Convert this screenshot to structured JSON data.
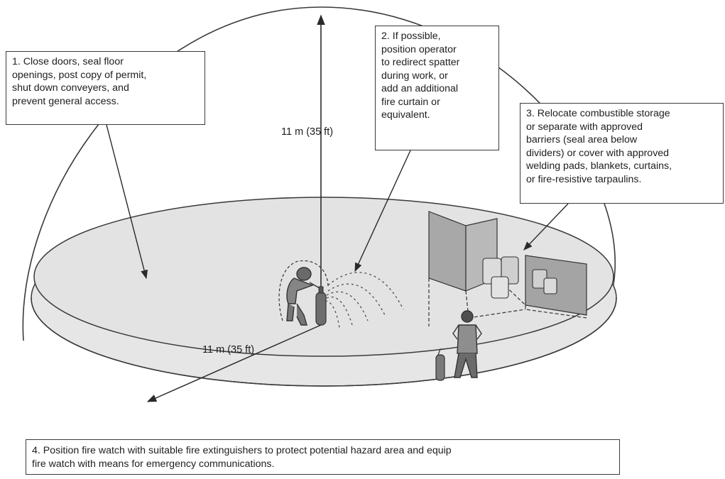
{
  "callouts": [
    {
      "number": "1",
      "lines": [
        "1. Close doors, seal floor",
        "openings, post copy of permit,",
        "shut down conveyers, and",
        "prevent general access."
      ]
    },
    {
      "number": "2",
      "lines": [
        "2. If possible,",
        "position operator",
        "to redirect spatter",
        "during work, or",
        "add an additional",
        "fire curtain or",
        "equivalent."
      ]
    },
    {
      "number": "3",
      "lines": [
        "3. Relocate combustible storage",
        "or separate with approved",
        "barriers (seal area below",
        "dividers) or cover with approved",
        "welding pads, blankets, curtains,",
        "or fire-resistive tarpaulins."
      ]
    },
    {
      "number": "4",
      "lines": [
        "4. Position fire watch with suitable fire extinguishers to protect potential hazard area and equip",
        "fire watch with means for emergency communications."
      ]
    }
  ],
  "dimensions": {
    "vertical_label": "11 m (35 ft)",
    "radius_label": "11 m (35 ft)"
  },
  "colors": {
    "line": "#3a3a3a",
    "floor": "#e6e6e6",
    "panel": "#a8a8a8",
    "figure": "#555555"
  }
}
